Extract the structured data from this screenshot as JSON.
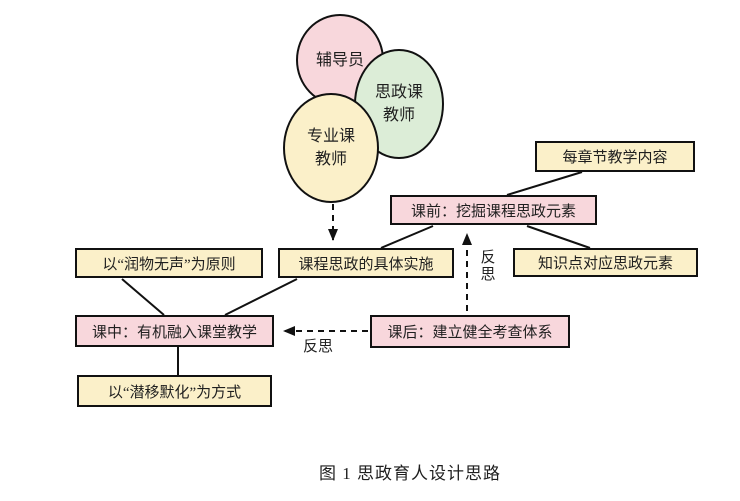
{
  "ellipses": {
    "counselor": "辅导员",
    "ideology_teacher": "思政课教师",
    "major_teacher": "专业课教师"
  },
  "boxes": {
    "chapter_content": "每章节教学内容",
    "pre_class": "课前：挖掘课程思政元素",
    "knowledge_points": "知识点对应思政元素",
    "principle": "以“润物无声”为原则",
    "implementation": "课程思政的具体实施",
    "in_class": "课中：有机融入课堂教学",
    "post_class": "课后：建立健全考查体系",
    "method": "以“潜移默化”为方式"
  },
  "labels": {
    "reflect_up": "反思",
    "reflect_left": "反思"
  },
  "caption": "图 1 思政育人设计思路",
  "colors": {
    "node_pink": "#f8d7dc",
    "node_yellow": "#fbf0c9",
    "node_green": "#dcedd7",
    "border": "#111111",
    "text": "#1f1f1f",
    "background": "#ffffff"
  }
}
